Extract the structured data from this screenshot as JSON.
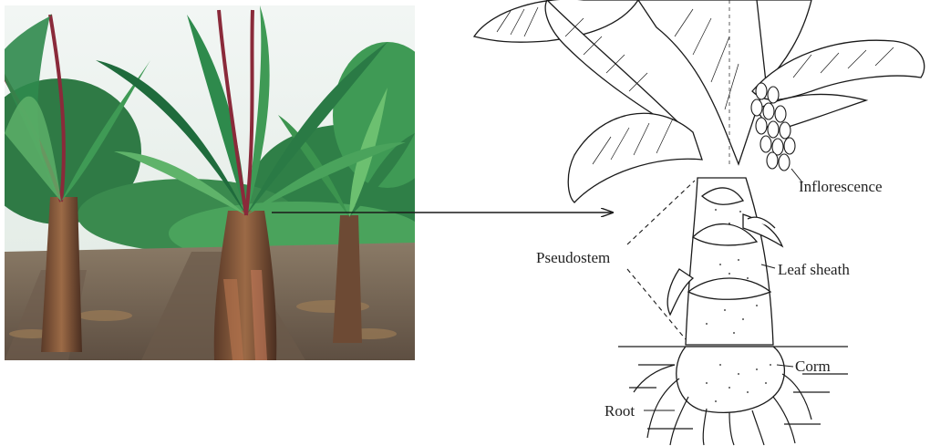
{
  "figure": {
    "labels": {
      "inflorescence": "Inflorescence",
      "pseudostem": "Pseudostem",
      "leaf_sheath": "Leaf sheath",
      "corm": "Corm",
      "root": "Root"
    }
  },
  "colors": {
    "sky": "#e8f0ee",
    "leaf_dark": "#1f6b3c",
    "leaf_mid": "#3f9a55",
    "leaf_light": "#8fcf7a",
    "midrib": "#8a2a3a",
    "soil": "#7b6a5a",
    "stem": "#8a5a3a",
    "ink": "#1a1a1a"
  }
}
